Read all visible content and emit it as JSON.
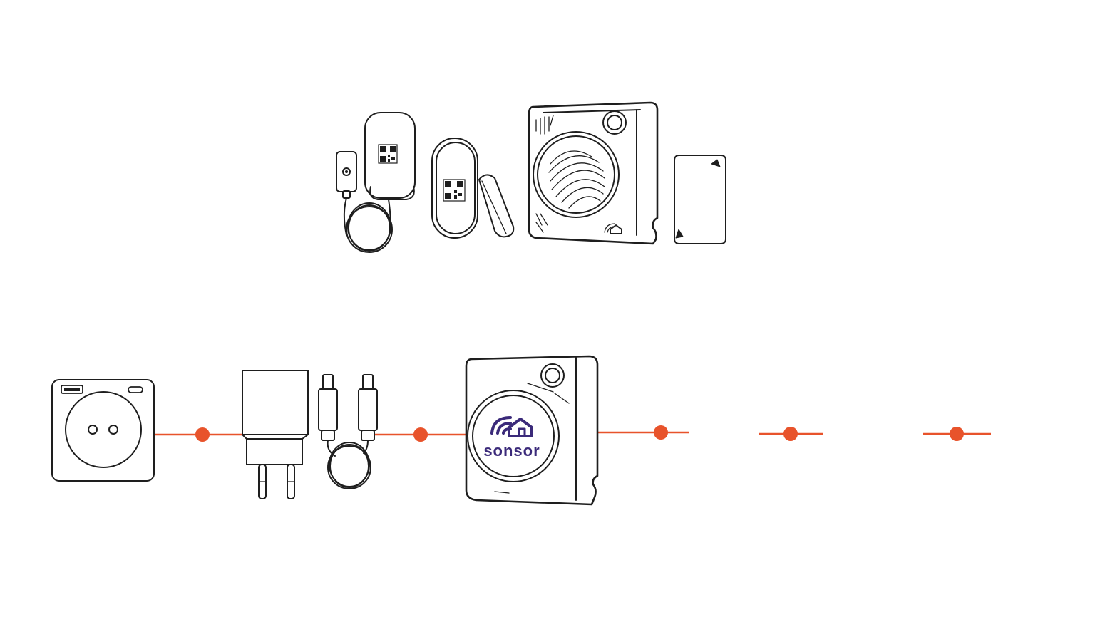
{
  "colors": {
    "connector": "#e8532b",
    "outline": "#1e1e1e",
    "brand": "#3b2a7a",
    "background": "#ffffff"
  },
  "top_row": {
    "devices": [
      {
        "name": "water-leak-sensor",
        "icon": "leak-sensor-icon"
      },
      {
        "name": "door-window-sensor",
        "icon": "contact-sensor-icon"
      },
      {
        "name": "hub-speaker-view",
        "icon": "hub-speaker-icon"
      },
      {
        "name": "tag-card",
        "icon": "tag-card-icon"
      }
    ]
  },
  "bottom_row": {
    "chain": [
      {
        "name": "wall-socket",
        "icon": "wall-socket-icon"
      },
      {
        "name": "power-adapter",
        "icon": "power-adapter-icon"
      },
      {
        "name": "usb-c-cable",
        "icon": "usb-c-cable-icon"
      },
      {
        "name": "sonsor-hub",
        "icon": "sonsor-hub-icon"
      }
    ],
    "hub_logo_text": "sonsor"
  }
}
